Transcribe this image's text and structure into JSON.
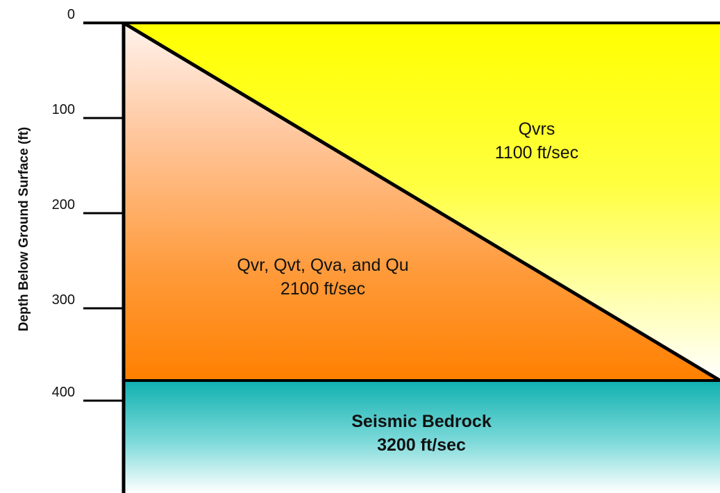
{
  "diagram": {
    "y_axis": {
      "label": "Depth Below Ground Surface (ft)",
      "ticks": [
        "0",
        "100",
        "200",
        "300",
        "400"
      ]
    },
    "layers": [
      {
        "name": "Qvrs",
        "velocity": "1100 ft/sec",
        "color_top": "#ffff00",
        "color_bottom": "#ffffff"
      },
      {
        "name": "Qvr, Qvt, Qva, and Qu",
        "velocity": "2100 ft/sec",
        "color_top": "#fff3ee",
        "color_bottom": "#ff8000"
      },
      {
        "name": "Seismic Bedrock",
        "velocity": "3200 ft/sec",
        "color_top": "#10b0b0",
        "color_bottom": "#ffffff"
      }
    ]
  }
}
